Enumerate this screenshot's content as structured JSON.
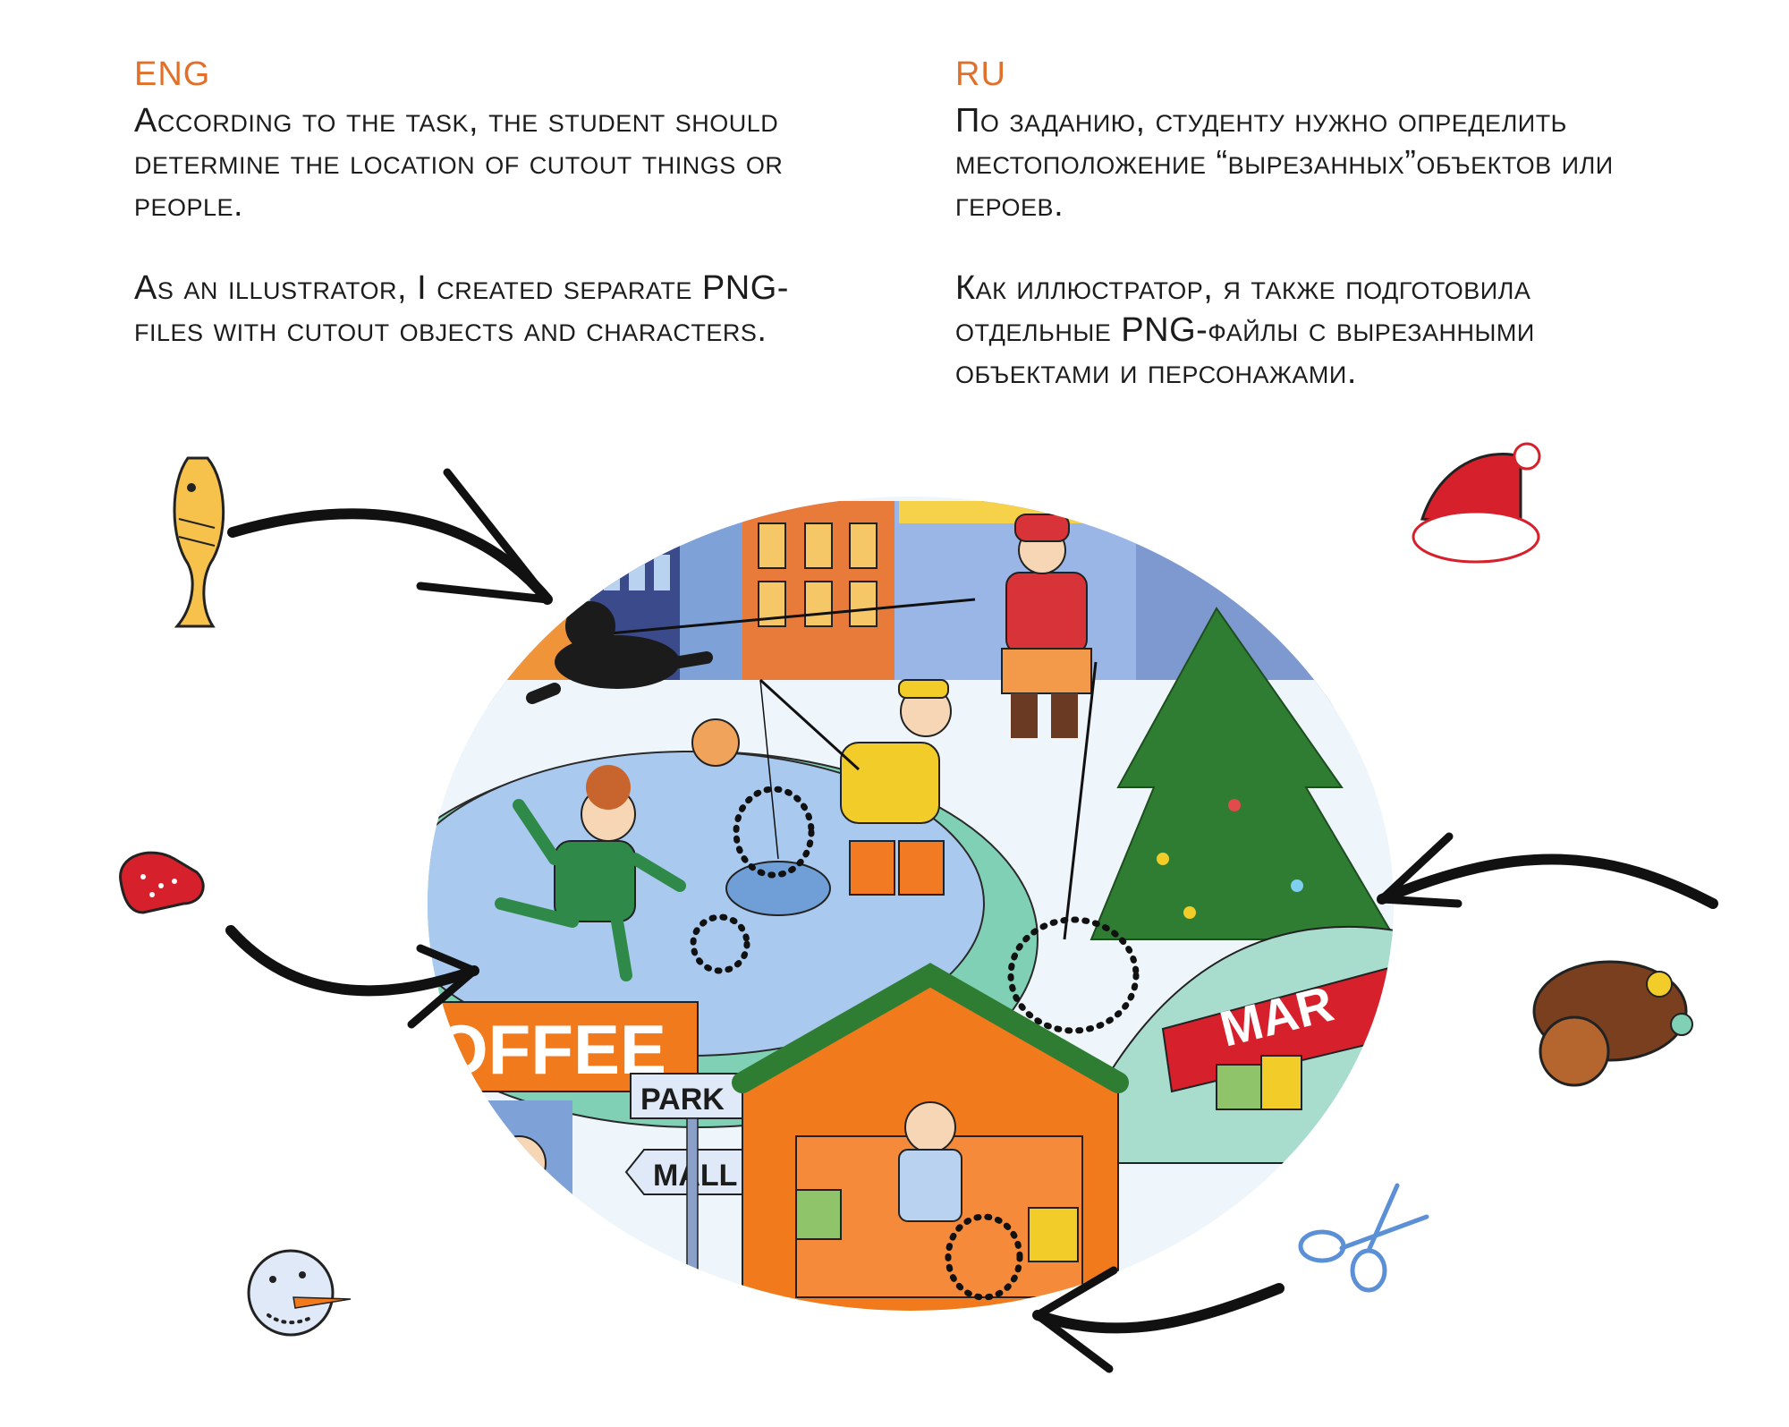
{
  "english": {
    "heading": "ENG",
    "paragraph_1": "According to the task, the student should determine the location of cutout things or people.",
    "paragraph_2": "As an illustrator,  I created separate PNG-files with cutout objects and characters."
  },
  "russian": {
    "heading": "RU",
    "paragraph_1": "По заданию,  студенту нужно определить местоположение “вырезанных”объектов или героев.",
    "paragraph_2": "Как иллюстратор, я  также подготовила отдельные PNG-файлы с вырезанными объектами и персонажами."
  },
  "illustration": {
    "signs": {
      "coffee": "OFFEE",
      "park": "PARK",
      "mall": "MALL",
      "market": "MAR"
    },
    "colors": {
      "heading_accent": "#e0702a",
      "ice": "#9fc3ea",
      "pool_rim": "#7fd0b4",
      "tree": "#2f7d32",
      "stall": "#f07a1c",
      "sign_red": "#d6202b",
      "arrow": "#111111"
    },
    "cutout_objects": [
      "fish-icon",
      "santa-hat-icon",
      "mitten-icon",
      "toy-dog-icon",
      "snowman-face-icon",
      "scissors-icon"
    ]
  }
}
